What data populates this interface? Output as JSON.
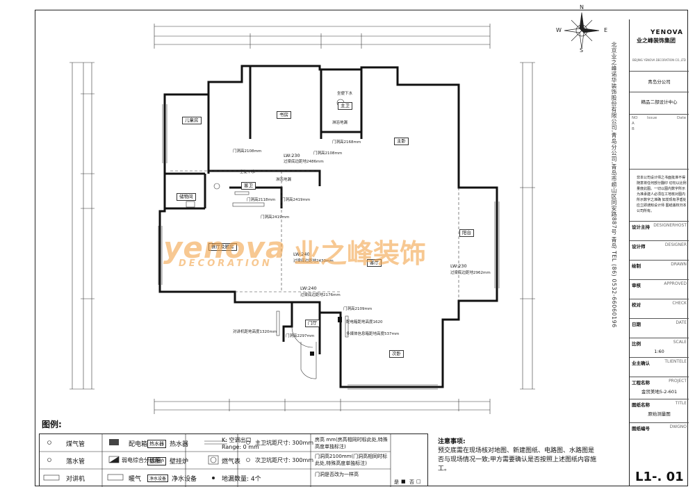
{
  "title_block": {
    "logo_en": "YENOVA",
    "logo_cn": "业之峰装饰集团",
    "company_en": "BEIJING YENOVA DECORATION CO.,LTD",
    "branch": "青岛分公司",
    "dept": "精品二部设计中心",
    "rev_headers": [
      "NO",
      "Issue",
      "Date"
    ],
    "rev_rows": [
      "A",
      "B"
    ],
    "notice": "非本公司设计师之书面批准不得随意将任何部分翻印 切勿以比例量度此图。一切以图内数字所示为准承建人必须在工地核对图内所示数字之准确 如发现有矛盾处 应立即通知设计师 图纸版权归本公司所有。",
    "fields": [
      {
        "cn": "设计主持",
        "en": "DESIGNERHOST",
        "val": ""
      },
      {
        "cn": "设计师",
        "en": "DESIGNER",
        "val": ""
      },
      {
        "cn": "绘制",
        "en": "DRAWN",
        "val": ""
      },
      {
        "cn": "审核",
        "en": "APPROVED",
        "val": ""
      },
      {
        "cn": "校对",
        "en": "CHECK",
        "val": ""
      },
      {
        "cn": "日期",
        "en": "DATE",
        "val": ""
      },
      {
        "cn": "比例",
        "en": "SCALE",
        "val": "1:60"
      },
      {
        "cn": "业主确认",
        "en": "TLIENTELE",
        "val": ""
      },
      {
        "cn": "工程名称",
        "en": "PROJECT",
        "val": "金贸美地5-2-601"
      },
      {
        "cn": "图纸名称",
        "en": "TITLE",
        "val": "原始测量图"
      },
      {
        "cn": "图纸编号",
        "en": "DWGNO",
        "val": ""
      }
    ],
    "dwg_no": "L1-. 01",
    "vertical_company": "北京业之峰诺华装饰股份有限公司,青岛分公司,青岛市崂山区同安路887号 青岛 TEL (86) 0532-66060196"
  },
  "compass": {
    "n": "N",
    "s": "S",
    "e": "E",
    "w": "W"
  },
  "plan": {
    "rooms": [
      {
        "id": "ertongfang",
        "label": "儿童房"
      },
      {
        "id": "shufang",
        "label": "书房"
      },
      {
        "id": "zhuwei",
        "label": "主卫"
      },
      {
        "id": "zhuwo",
        "label": "主卧"
      },
      {
        "id": "kewei",
        "label": "客卫"
      },
      {
        "id": "chuwujian",
        "label": "储物间"
      },
      {
        "id": "canting",
        "label": "餐厅及厨房"
      },
      {
        "id": "keting",
        "label": "客厅"
      },
      {
        "id": "yangtai",
        "label": "阳台"
      },
      {
        "id": "menting",
        "label": "门厅"
      },
      {
        "id": "ciwo",
        "label": "次卧"
      }
    ],
    "notes": {
      "zhuwei_drain": "坐便下水",
      "zhuwei_floor": "淋浴地漏",
      "kewei_drain": "坐便下水",
      "kewei_floor": "淋浴地漏",
      "door_shufang": "门洞高2108mm",
      "door_zhuwo": "门洞高2108mm",
      "door_zhuwei": "门洞高2168mm",
      "door_kewei": "门洞高2118mm",
      "door_kewei2": "门洞高2419mm",
      "door_canting": "门洞高2419mm",
      "door_ciwo": "门洞高2109mm",
      "door_menting": "门洞高2297mm",
      "lw1": "LW:230",
      "lw1_sub": "过梁底边距地2486mm",
      "lw2": "LW:240",
      "lw2_sub": "过梁底边距地2430mm",
      "lw3": "LW:230",
      "lw3_sub": "过梁底边距地2962mm",
      "lw4": "LW:240",
      "lw4_sub": "过梁底边距地2176mm",
      "intercom": "对讲机距地高度1320mm",
      "elec_box": "配电箱距地高度1620",
      "media_box": "多媒体信息箱距地高度537mm"
    }
  },
  "watermark": {
    "en": "yenova",
    "cn": "业之峰装饰",
    "sub": "DECORATION"
  },
  "legend": {
    "title": "图例:",
    "items": {
      "meiqi": "煤气管",
      "luoshui": "落水管",
      "duijiang": "对讲机",
      "peidian": "配电箱",
      "ruodian": "弱电综合分线箱",
      "nuanqi": "暖气",
      "reshuiqi_tag": "热水器",
      "reshuiqi": "热水器",
      "guagua_tag": "壁挂炉",
      "guagua": "壁挂炉",
      "jingshui_tag": "净水设备",
      "jingshui": "净水设备",
      "kongtiao": "K: 空调出口",
      "kongtiao_size": "Range: 0 mm",
      "ranqi": "燃气表",
      "dilou": "地漏数量: 4个",
      "zhuwei_keng": "主卫坑距尺寸: 300mm",
      "ciwei_keng": "次卫坑距尺寸: 300mm",
      "menhigh1": "房高   mm(房高相同时标此处,特殊高度单独标注)",
      "menhigh2": "门洞高2100mm(门洞高相同时标此处,特殊高度单独标注)",
      "menhigh3": "门洞是否改为一样高",
      "yes": "是",
      "no": "否"
    }
  },
  "notes_block": {
    "title": "注意事项:",
    "text": "预交底需在现场核对地图、新建图纸、电路图、水路图是否与现场情况一致;甲方需要确认是否按照上述图纸内容施工。"
  }
}
